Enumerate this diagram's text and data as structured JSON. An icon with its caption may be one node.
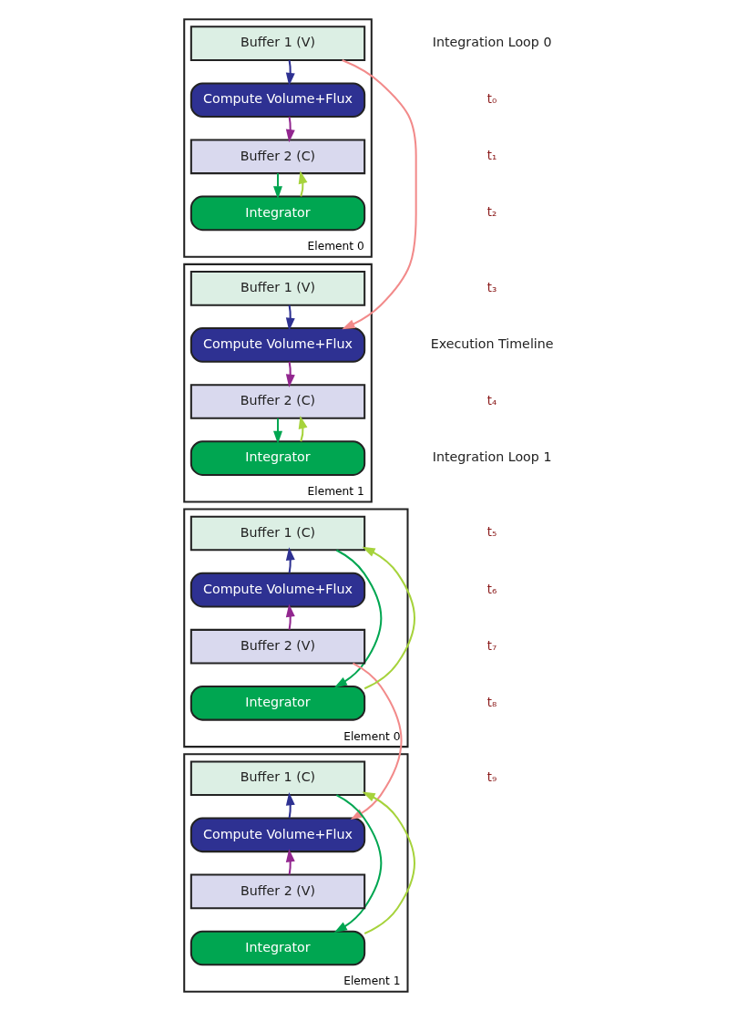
{
  "diagram": {
    "nodes": [
      {
        "text": [
          "Element 0"
        ]
      },
      {
        "text": [
          "Buffer 1 (V)"
        ],
        "in": 0
      },
      {
        "text": [
          "Compute Volume+Flux"
        ],
        "in": 0
      },
      {
        "text": [
          "Buffer 2 (C)"
        ],
        "in": 0
      },
      {
        "text": [
          "Integrator"
        ],
        "in": 0
      },
      {
        "text": [
          "Element 1"
        ]
      },
      {
        "text": [
          "Buffer 1 (V)"
        ],
        "in": 5
      },
      {
        "text": [
          "Compute Volume+Flux"
        ],
        "in": 5
      },
      {
        "text": [
          "Buffer 2 (C)"
        ],
        "in": 5
      },
      {
        "text": [
          "Integrator"
        ],
        "in": 5
      },
      {
        "text": [
          "Element 0"
        ]
      },
      {
        "text": [
          "Buffer 1 (C)"
        ],
        "in": 10
      },
      {
        "text": [
          "Compute Volume+Flux"
        ],
        "in": 10
      },
      {
        "text": [
          "Buffer 2 (V)"
        ],
        "in": 10
      },
      {
        "text": [
          "Integrator"
        ],
        "in": 10
      },
      {
        "text": [
          "Element 1"
        ]
      },
      {
        "text": [
          "Buffer 1 (C)"
        ],
        "in": 15
      },
      {
        "text": [
          "Compute Volume+Flux"
        ],
        "in": 15
      },
      {
        "text": [
          "Buffer 2 (V)"
        ],
        "in": 15
      },
      {
        "text": [
          "Integrator"
        ],
        "in": 15
      }
    ],
    "edges": [
      {
        "from": 1,
        "to": 2,
        "arrow": "to",
        "color": "#2e3192"
      },
      {
        "from": 2,
        "to": 3,
        "arrow": "to",
        "color": "#92278f"
      },
      {
        "from": 3,
        "to": 4,
        "arrow": "to",
        "color": "#00a651"
      },
      {
        "from": 4,
        "to": 3,
        "arrow": "to",
        "color": "#a6d33c"
      },
      {
        "from": 1,
        "to": 7,
        "arrow": "to",
        "color": "#f28a8a"
      },
      {
        "from": 6,
        "to": 7,
        "arrow": "to",
        "color": "#2e3192"
      },
      {
        "from": 7,
        "to": 8,
        "arrow": "to",
        "color": "#92278f"
      },
      {
        "from": 8,
        "to": 9,
        "arrow": "to",
        "color": "#00a651"
      },
      {
        "from": 9,
        "to": 8,
        "arrow": "to",
        "color": "#a6d33c"
      },
      {
        "from": 12,
        "to": 11,
        "arrow": "to",
        "color": "#2e3192"
      },
      {
        "from": 13,
        "to": 12,
        "arrow": "to",
        "color": "#92278f"
      },
      {
        "from": 11,
        "to": 14,
        "arrow": "to",
        "color": "#00a651"
      },
      {
        "from": 14,
        "to": 11,
        "arrow": "to",
        "color": "#a6d33c"
      },
      {
        "from": 13,
        "to": 17,
        "arrow": "to",
        "color": "#f28a8a"
      },
      {
        "from": 17,
        "to": 16,
        "arrow": "to",
        "color": "#2e3192"
      },
      {
        "from": 18,
        "to": 17,
        "arrow": "to",
        "color": "#92278f"
      },
      {
        "from": 16,
        "to": 19,
        "arrow": "to",
        "color": "#00a651"
      },
      {
        "from": 19,
        "to": 16,
        "arrow": "to",
        "color": "#a6d33c"
      }
    ],
    "labels": [
      "Integration Loop 0",
      "t₀",
      "t₁",
      "t₂",
      "t₃",
      "Execution Timeline",
      "t₄",
      "Integration Loop 1",
      "t₅",
      "t₆",
      "t₇",
      "t₈",
      "t₉"
    ]
  }
}
